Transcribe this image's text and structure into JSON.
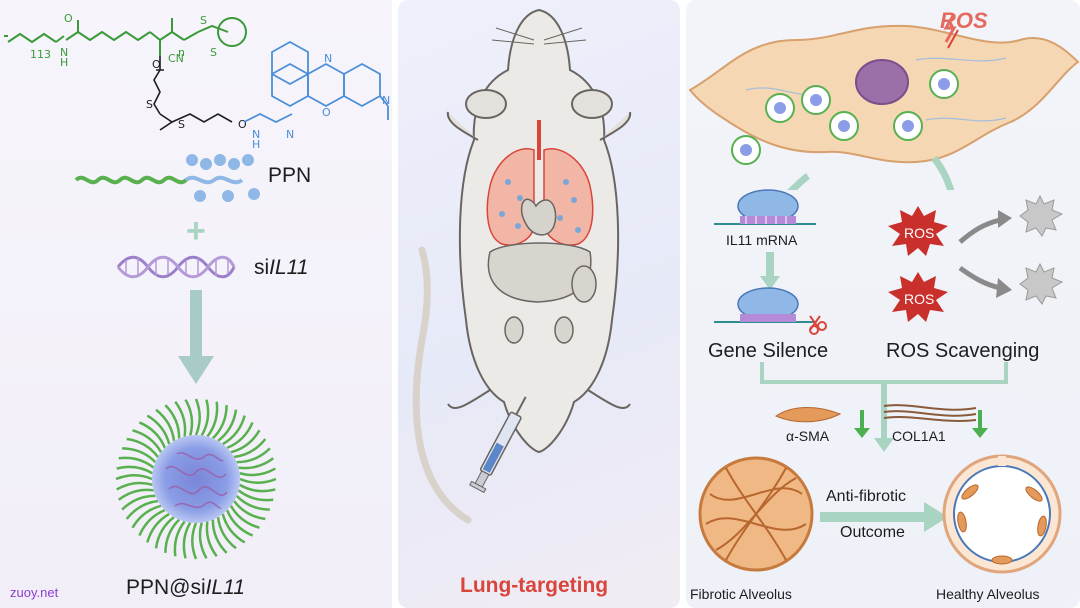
{
  "left_panel": {
    "polymer_label": "PPN",
    "sirna_prefix": "si",
    "sirna_gene": "IL11",
    "plus_sign": "+",
    "nanoparticle_prefix": "PPN@si",
    "nanoparticle_gene": "IL11",
    "watermark": "zuoy.net",
    "colors": {
      "green": "#3a9a3a",
      "blue": "#4a8fd8",
      "arrow": "#a9cbc8"
    }
  },
  "middle_panel": {
    "title": "Lung-targeting",
    "colors": {
      "title": "#d9453b"
    }
  },
  "right_panel": {
    "ros_badge": "ROS",
    "mrna_label": "IL11 mRNA",
    "ros_marker_1": "ROS",
    "ros_marker_2": "ROS",
    "gene_silence": "Gene Silence",
    "ros_scavenging": "ROS Scavenging",
    "sma_label": "α-SMA",
    "col_label": "COL1A1",
    "anti_fibrotic_1": "Anti-fibrotic",
    "anti_fibrotic_2": "Outcome",
    "fibrotic_alveolus": "Fibrotic Alveolus",
    "healthy_alveolus": "Healthy Alveolus",
    "colors": {
      "ros_red": "#d9453b",
      "arrow_green": "#4caf50",
      "arrow_teal": "#a9d4c2"
    }
  }
}
